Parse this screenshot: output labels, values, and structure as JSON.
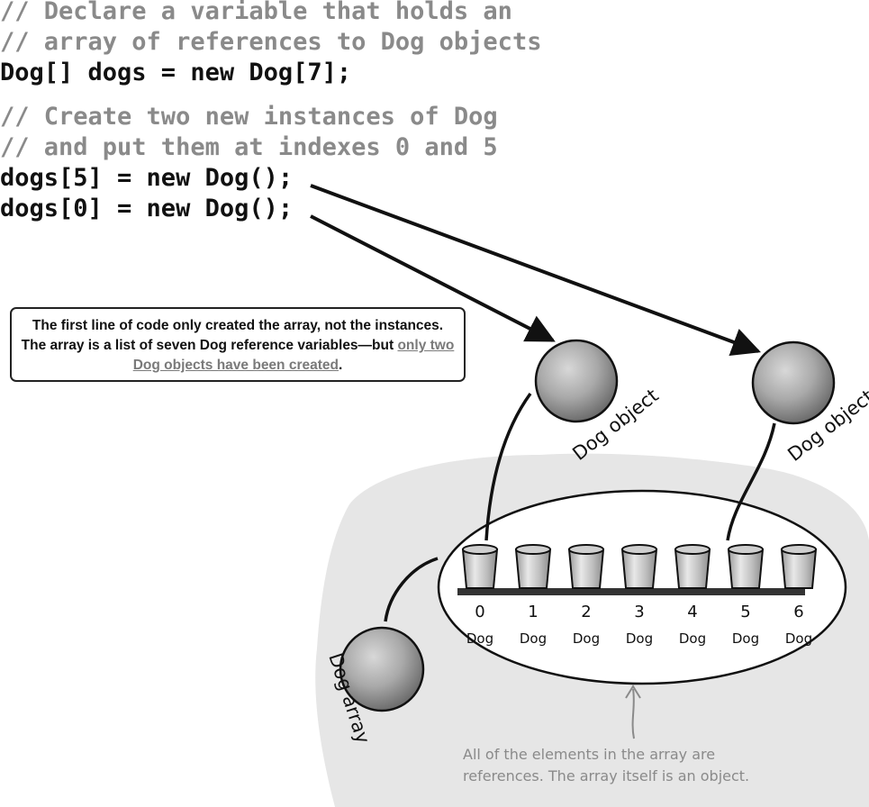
{
  "code": {
    "block1": {
      "comment1": "// Declare a variable that holds an",
      "comment2": "// array of references to Dog objects",
      "stmt": "Dog[] dogs = new Dog[7];"
    },
    "block2": {
      "comment1": "// Create two new instances of Dog",
      "comment2": "// and put them at indexes 0 and 5",
      "stmt1": "dogs[5] = new Dog();",
      "stmt2": "dogs[0] = new Dog();"
    }
  },
  "callout": {
    "part1": "The first line of code only created the array, not the instances. The array is a list of seven Dog reference variables—but ",
    "highlight": "only two Dog objects have been created",
    "part2": "."
  },
  "labels": {
    "dog_object_1": "Dog object",
    "dog_object_2": "Dog object",
    "dog_array": "Dog array",
    "footnote_line1": "All of the elements in the array are",
    "footnote_line2": "references. The array itself is an object."
  },
  "array": {
    "indexes": [
      "0",
      "1",
      "2",
      "3",
      "4",
      "5",
      "6"
    ],
    "types": [
      "Dog",
      "Dog",
      "Dog",
      "Dog",
      "Dog",
      "Dog",
      "Dog"
    ]
  },
  "colors": {
    "background_blob": "#e6e6e6",
    "code_comment": "#8a8a8a",
    "code_statement": "#111111",
    "footnote": "#8a8a8a"
  }
}
